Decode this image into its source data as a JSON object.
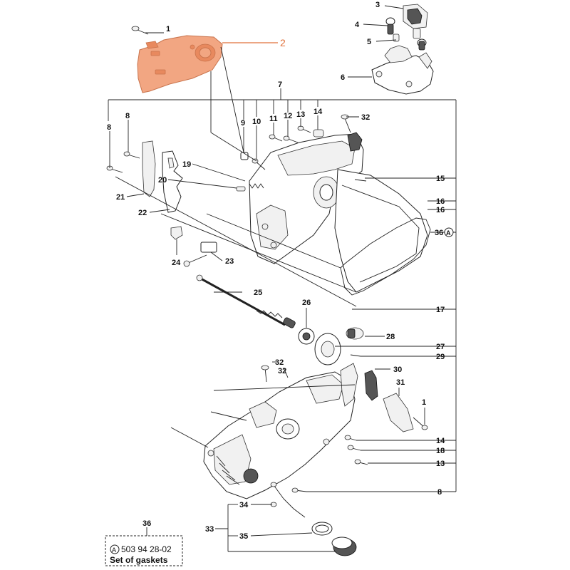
{
  "highlight_color": "#f2a682",
  "highlight_label_color": "#e0703a",
  "callouts": {
    "c1a": "1",
    "c2": "2",
    "c3": "3",
    "c4": "4",
    "c5": "5",
    "c6": "6",
    "c7": "7",
    "c8a": "8",
    "c8b": "8",
    "c8c": "8",
    "c9": "9",
    "c10": "10",
    "c11": "11",
    "c12": "12",
    "c13a": "13",
    "c13b": "13",
    "c14a": "14",
    "c14b": "14",
    "c15": "15",
    "c16a": "16",
    "c16b": "16",
    "c17": "17",
    "c18": "18",
    "c19": "19",
    "c20": "20",
    "c21": "21",
    "c22": "22",
    "c23": "23",
    "c24": "24",
    "c25": "25",
    "c26": "26",
    "c27": "27",
    "c28": "28",
    "c29": "29",
    "c30": "30",
    "c31": "31",
    "c32a": "32",
    "c32b": "32",
    "c32c": "32",
    "c33": "33",
    "c34": "34",
    "c35": "35",
    "c36a": "36",
    "c36b": "36",
    "c1b": "1"
  },
  "note_marker": "A",
  "kit_box": {
    "ref_number": "36",
    "marker": "A",
    "part_number": "503 94 28-02",
    "description": "Set of gaskets"
  }
}
